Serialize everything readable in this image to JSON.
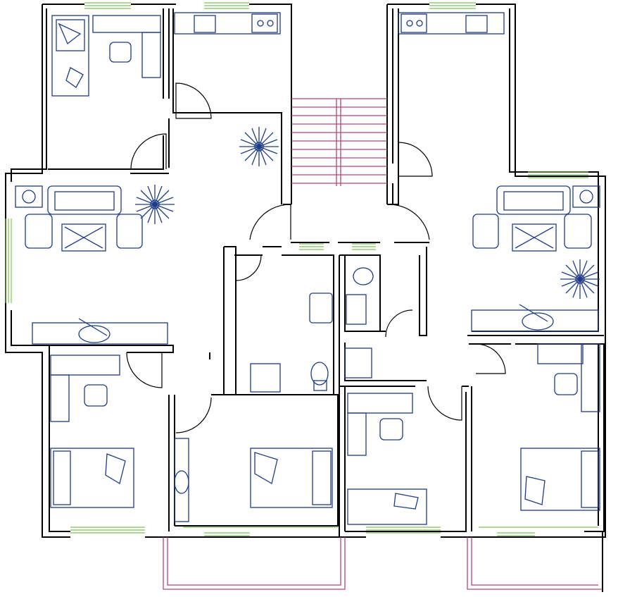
{
  "drawing": {
    "colors": {
      "walls": "#000000",
      "furniture": "#1f3c88",
      "windows": "#7fbf5a",
      "stairs_and_balconies": "#b0457a",
      "background": "#ffffff"
    },
    "icons": [
      "bed-icon",
      "chair-icon",
      "sofa-icon",
      "plant-icon",
      "stove-icon",
      "sink-icon",
      "toilet-icon",
      "bathtub-icon",
      "door-swing-icon",
      "window-icon",
      "staircase-icon"
    ],
    "units": [
      {
        "id": "left-unit",
        "rooms": [
          "bedroom",
          "kitchen",
          "living-room",
          "bedroom",
          "bedroom"
        ]
      },
      {
        "id": "right-unit",
        "rooms": [
          "kitchen",
          "living-room",
          "bathroom",
          "bedroom",
          "bedroom"
        ]
      }
    ]
  }
}
